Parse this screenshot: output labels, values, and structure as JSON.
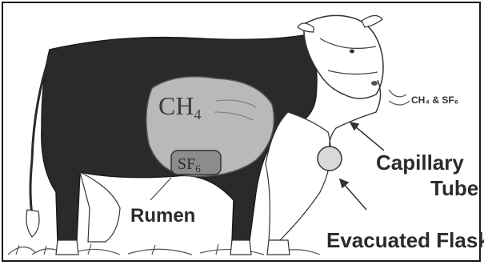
{
  "labels": {
    "methane": {
      "text": "CH",
      "sub": "4"
    },
    "sulfur_hexafluoride": {
      "text": "SF",
      "sub": "6"
    },
    "sampled_gases": "CH₄ & SF₆",
    "capillary_line1": "Capillary",
    "capillary_line2": "Tube",
    "rumen": "Rumen",
    "evacuated_flask": "Evacuated Flask"
  },
  "colors": {
    "coat_dark": "#2a2a2a",
    "rumen_fill": "#b9b9b9",
    "sf6_capsule": "#8c8c8c",
    "flask_fill": "#d9d9d9",
    "ink": "#2b2b2b"
  }
}
